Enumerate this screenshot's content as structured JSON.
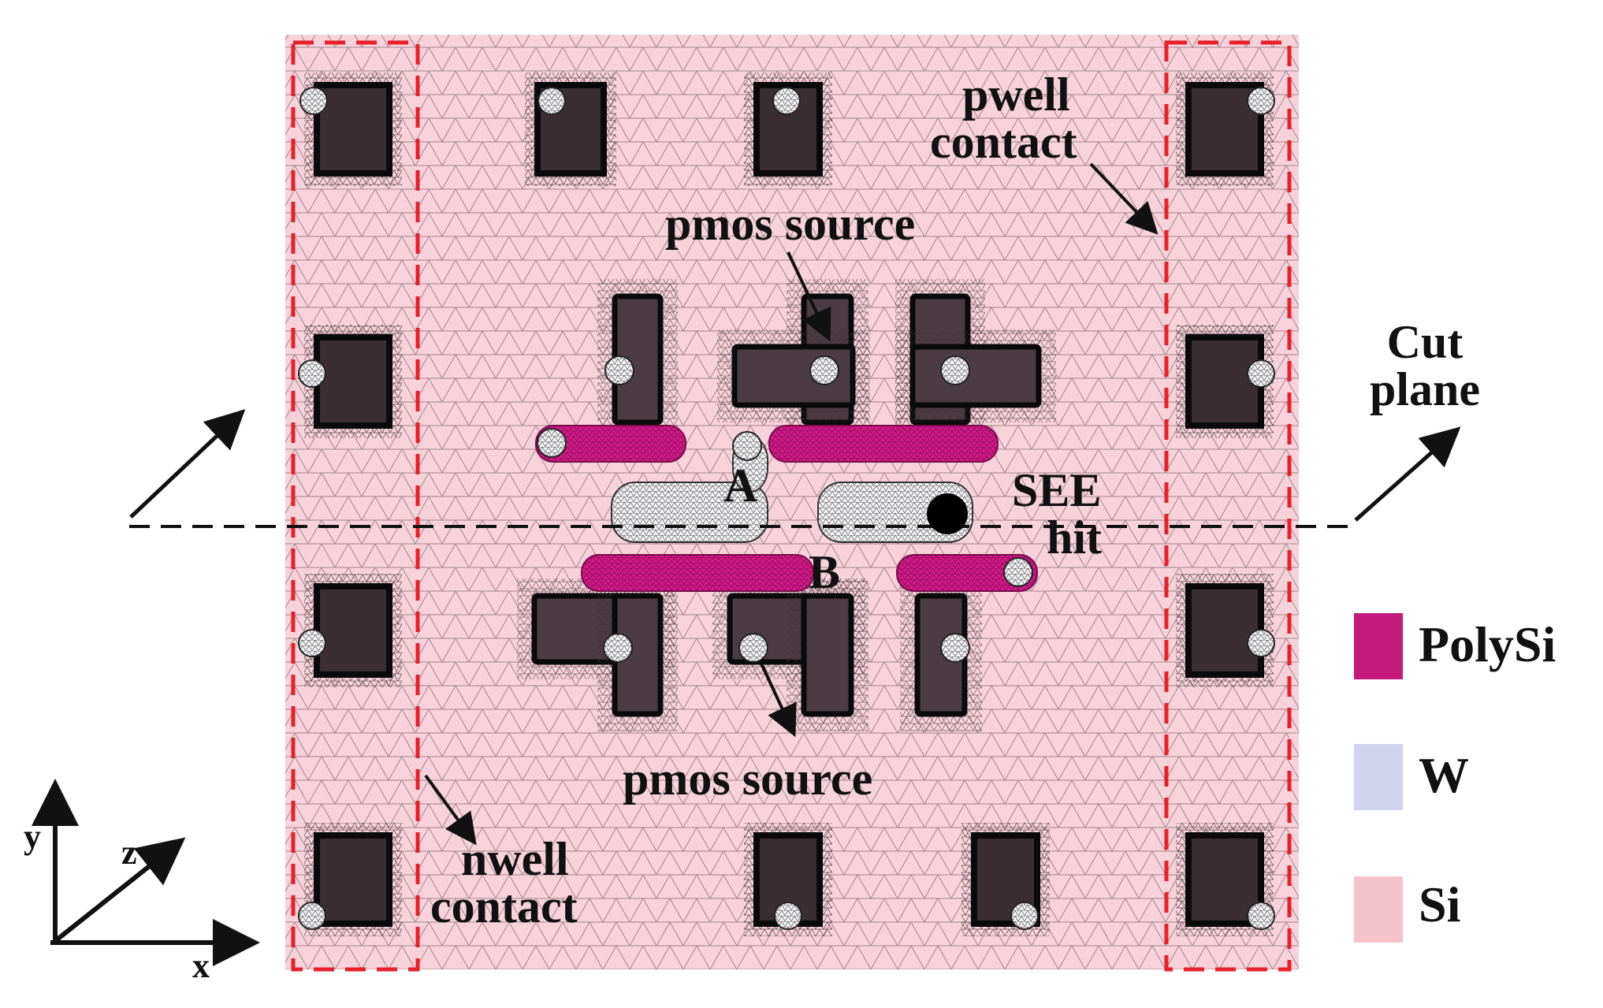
{
  "labels": {
    "pwell_contact_line1": "pwell",
    "pwell_contact_line2": "contact",
    "pmos_source_top": "pmos source",
    "pmos_source_bottom": "pmos source",
    "cut_plane_line1": "Cut",
    "cut_plane_line2": "plane",
    "see_hit_line1": "SEE",
    "see_hit_line2": "hit",
    "point_a": "A",
    "point_b": "B",
    "nwell_contact_line1": "nwell",
    "nwell_contact_line2": "contact"
  },
  "axes": {
    "x": "x",
    "y": "y",
    "z": "z"
  },
  "legend": [
    {
      "label": "PolySi",
      "color": "#c2197a"
    },
    {
      "label": "W",
      "color": "#d0d2ee"
    },
    {
      "label": "Si",
      "color": "#f6c2cc"
    }
  ],
  "colors": {
    "silicon": "#f8d2da",
    "mesh": "#4a3a40",
    "polysi": "#d41a8a",
    "contact_box": "#111111",
    "tungsten_plug": "#e9e9ec",
    "dashed_frame": "#e8202a",
    "cut_line": "#111111"
  }
}
